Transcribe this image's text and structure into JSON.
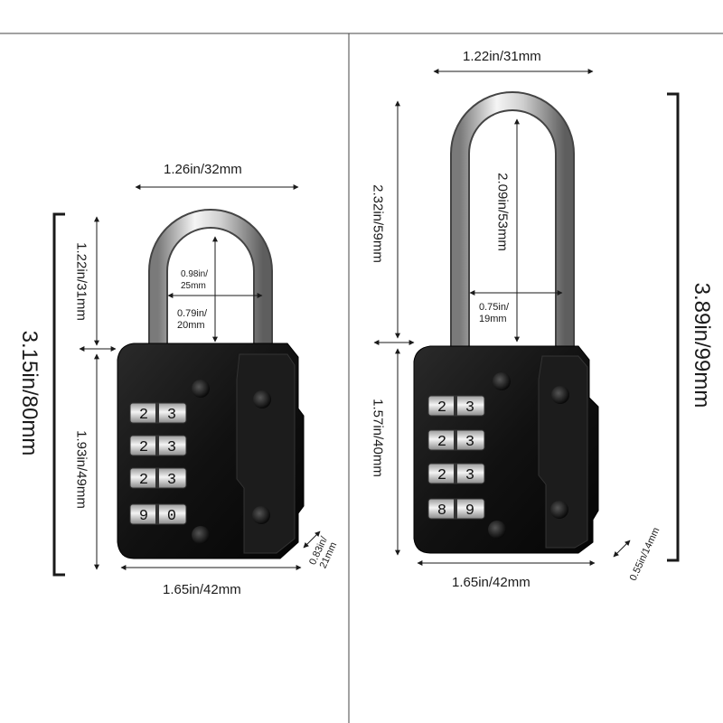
{
  "colors": {
    "ink": "#1a1a1a",
    "lock_body": "#141414",
    "shackle_light": "#f2f2f2",
    "shackle_dark": "#6e6e6e"
  },
  "left_lock": {
    "total_height": "3.15in/80mm",
    "shackle_width": "1.26in/32mm",
    "shackle_height": "1.22in/31mm",
    "inner_height": "0.98in/\n25mm",
    "inner_width": "0.79in/\n20mm",
    "body_height": "1.93in/49mm",
    "body_width": "1.65in/42mm",
    "thickness": "0.83in/\n21mm",
    "dials": [
      [
        "2",
        "3"
      ],
      [
        "2",
        "3"
      ],
      [
        "2",
        "3"
      ],
      [
        "9",
        "0"
      ]
    ]
  },
  "right_lock": {
    "total_height": "3.89in/99mm",
    "shackle_width": "1.22in/31mm",
    "shackle_height": "2.32in/59mm",
    "inner_height": "2.09in/53mm",
    "inner_width": "0.75in/\n19mm",
    "body_height": "1.57in/40mm",
    "body_width": "1.65in/42mm",
    "thickness": "0.55in/14mm",
    "dials": [
      [
        "2",
        "3"
      ],
      [
        "2",
        "3"
      ],
      [
        "2",
        "3"
      ],
      [
        "8",
        "9"
      ]
    ]
  }
}
